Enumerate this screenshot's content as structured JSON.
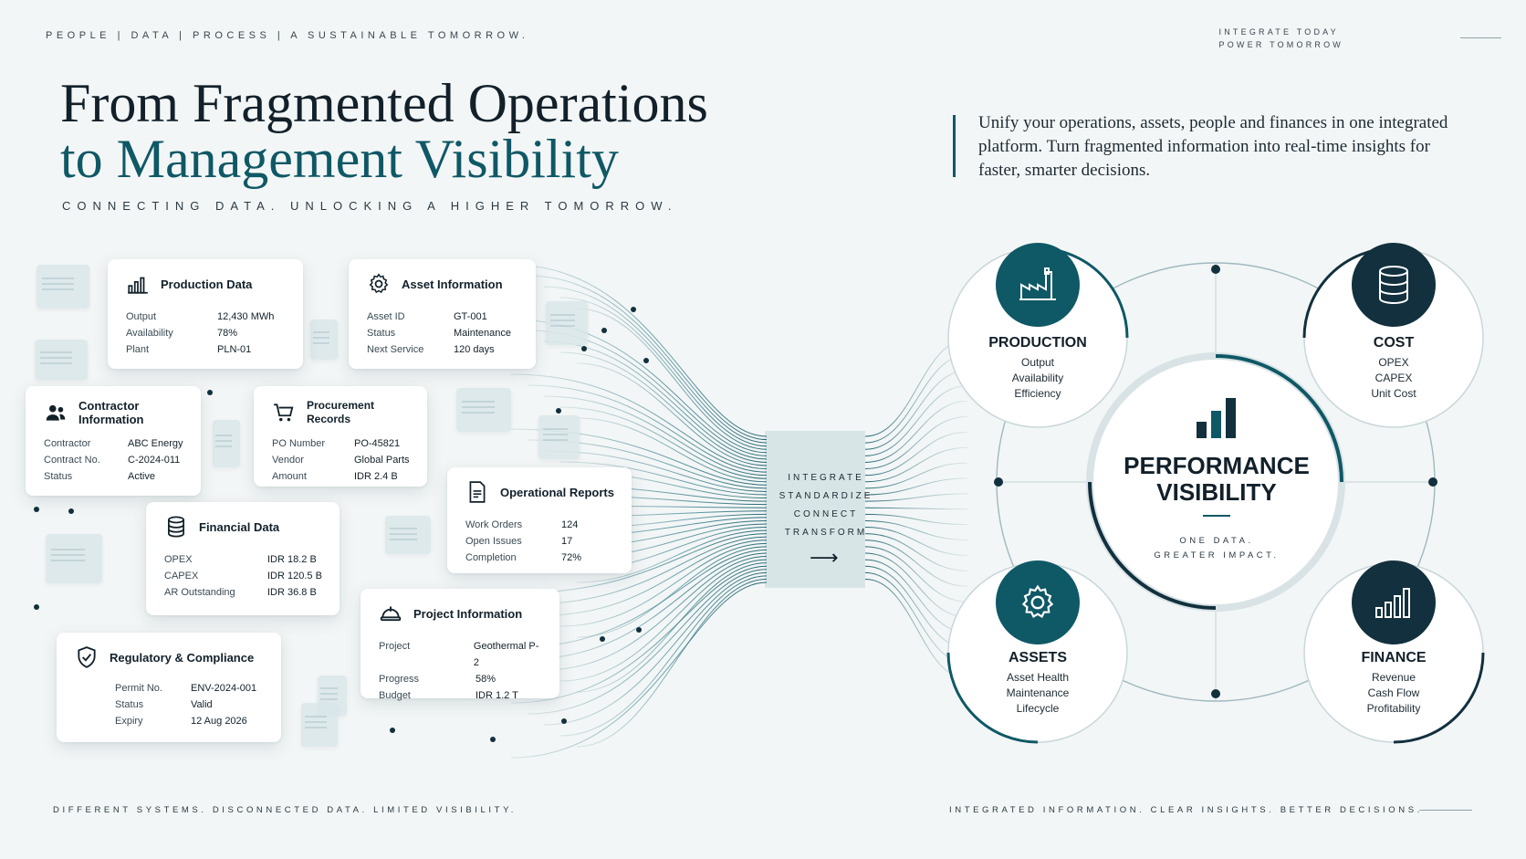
{
  "header": {
    "topline": "PEOPLE  |  DATA  |  PROCESS  |  A SUSTAINABLE TOMORROW.",
    "topright_line1": "INTEGRATE TODAY",
    "topright_line2": "POWER TOMORROW",
    "title_line1": "From Fragmented Operations",
    "title_line2": "to Management Visibility",
    "subtitle": "CONNECTING DATA. UNLOCKING A HIGHER TOMORROW.",
    "description": "Unify your operations, assets, people and finances in one integrated platform. Turn fragmented information into real-time insights for faster, smarter decisions."
  },
  "cards": {
    "production": {
      "title": "Production Data",
      "icon": "bar-chart-icon",
      "rows": [
        [
          "Output",
          "12,430 MWh"
        ],
        [
          "Availability",
          "78%"
        ],
        [
          "Plant",
          "PLN-01"
        ]
      ]
    },
    "asset": {
      "title": "Asset Information",
      "icon": "gear-icon",
      "rows": [
        [
          "Asset ID",
          "GT-001"
        ],
        [
          "Status",
          "Maintenance"
        ],
        [
          "Next Service",
          "120 days"
        ]
      ]
    },
    "contractor": {
      "title": "Contractor Information",
      "icon": "people-icon",
      "rows": [
        [
          "Contractor",
          "ABC Energy"
        ],
        [
          "Contract No.",
          "C-2024-011"
        ],
        [
          "Status",
          "Active"
        ]
      ]
    },
    "procurement": {
      "title": "Procurement Records",
      "icon": "cart-icon",
      "rows": [
        [
          "PO Number",
          "PO-45821"
        ],
        [
          "Vendor",
          "Global Parts"
        ],
        [
          "Amount",
          "IDR 2.4 B"
        ]
      ]
    },
    "reports": {
      "title": "Operational Reports",
      "icon": "document-icon",
      "rows": [
        [
          "Work Orders",
          "124"
        ],
        [
          "Open Issues",
          "17"
        ],
        [
          "Completion",
          "72%"
        ]
      ]
    },
    "financial": {
      "title": "Financial Data",
      "icon": "database-icon",
      "rows": [
        [
          "OPEX",
          "IDR 18.2 B"
        ],
        [
          "CAPEX",
          "IDR 120.5 B"
        ],
        [
          "AR Outstanding",
          "IDR 36.8 B"
        ]
      ]
    },
    "project": {
      "title": "Project Information",
      "icon": "helmet-icon",
      "rows": [
        [
          "Project",
          "Geothermal P-2"
        ],
        [
          "Progress",
          "58%"
        ],
        [
          "Budget",
          "IDR 1.2 T"
        ]
      ]
    },
    "regulatory": {
      "title": "Regulatory & Compliance",
      "icon": "shield-icon",
      "rows": [
        [
          "Permit No.",
          "ENV-2024-001"
        ],
        [
          "Status",
          "Valid"
        ],
        [
          "Expiry",
          "12 Aug 2026"
        ]
      ]
    }
  },
  "flow": {
    "steps": [
      "INTEGRATE",
      "STANDARDIZE",
      "CONNECT",
      "TRANSFORM"
    ],
    "arrow": "⟶"
  },
  "hub": {
    "center_title": "PERFORMANCE VISIBILITY",
    "center_tag_line1": "ONE DATA.",
    "center_tag_line2": "GREATER IMPACT.",
    "nodes": {
      "production": {
        "title": "PRODUCTION",
        "items": [
          "Output",
          "Availability",
          "Efficiency"
        ],
        "icon": "factory-icon",
        "color": "#0f5866"
      },
      "cost": {
        "title": "COST",
        "items": [
          "OPEX",
          "CAPEX",
          "Unit Cost"
        ],
        "icon": "database-icon",
        "color": "#12303d"
      },
      "assets": {
        "title": "ASSETS",
        "items": [
          "Asset Health",
          "Maintenance",
          "Lifecycle"
        ],
        "icon": "gear-icon",
        "color": "#0f5866"
      },
      "finance": {
        "title": "FINANCE",
        "items": [
          "Revenue",
          "Cash Flow",
          "Profitability"
        ],
        "icon": "bar-chart-icon",
        "color": "#12303d"
      }
    }
  },
  "footer": {
    "left": "DIFFERENT SYSTEMS. DISCONNECTED DATA. LIMITED VISIBILITY.",
    "right": "INTEGRATED INFORMATION. CLEAR INSIGHTS. BETTER DECISIONS."
  }
}
